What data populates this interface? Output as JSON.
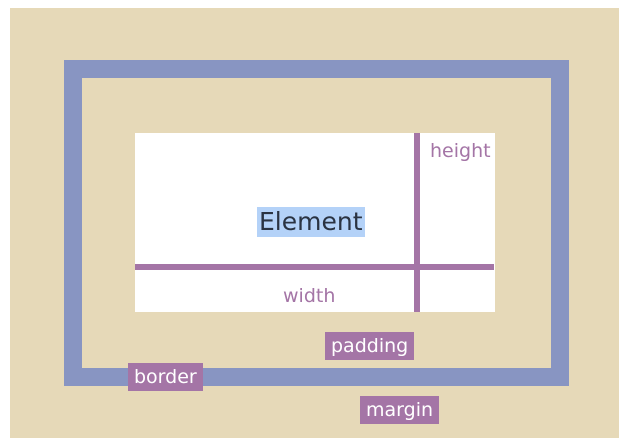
{
  "labels": {
    "element": "Element",
    "height": "height",
    "width": "width",
    "padding": "padding",
    "border": "border",
    "margin": "margin"
  },
  "colors": {
    "margin_fill": "#e6d9b8",
    "border_fill": "#8895c2",
    "padding_fill": "#e6d9b8",
    "content_fill": "#ffffff",
    "dimension_lines": "#a475a6",
    "label_tags": "#a475a6",
    "element_highlight": "#b4d2f8"
  }
}
